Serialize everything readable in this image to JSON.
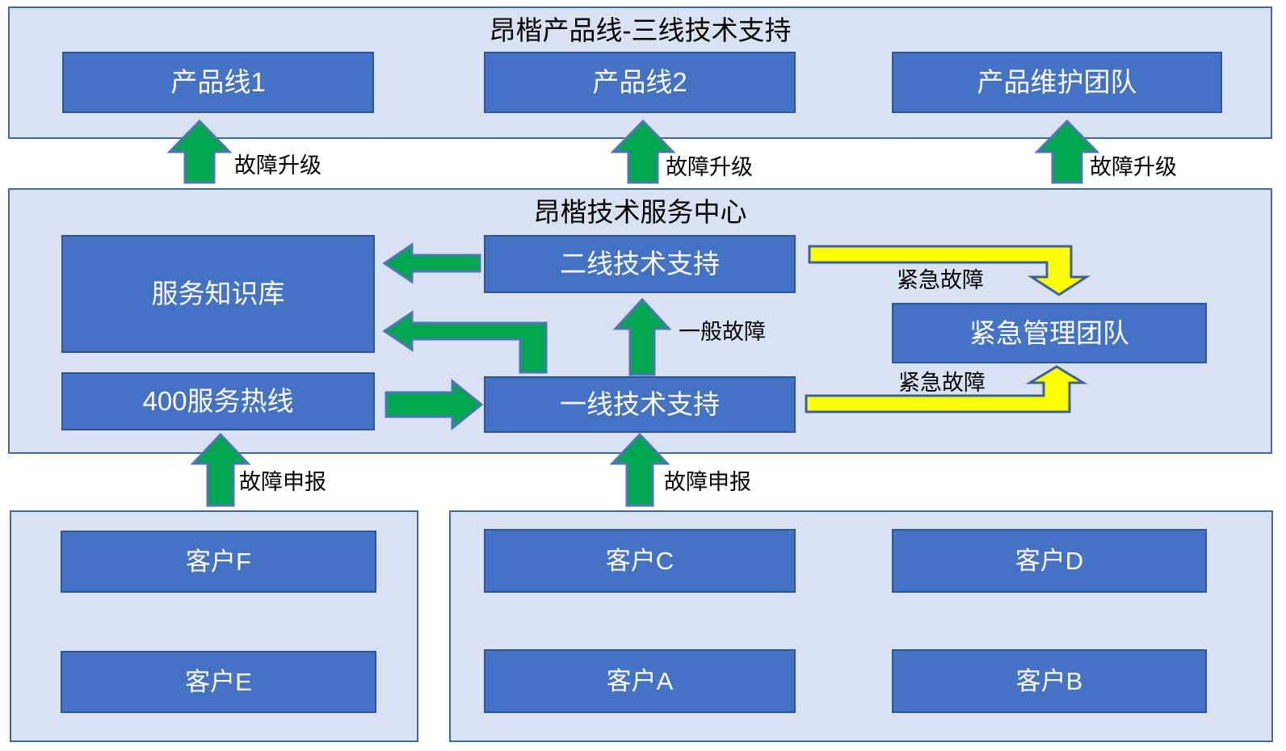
{
  "diagram": {
    "title_top": "昂楷产品线-三线技术支持",
    "title_middle": "昂楷技术服务中心"
  },
  "top_section": {
    "title": "昂楷产品线-三线技术支持",
    "boxes": [
      {
        "label": "产品线1"
      },
      {
        "label": "产品线2"
      },
      {
        "label": "产品维护团队"
      }
    ]
  },
  "escalation_labels": [
    {
      "text": "故障升级"
    },
    {
      "text": "故障升级"
    },
    {
      "text": "故障升级"
    }
  ],
  "middle_section": {
    "title": "昂楷技术服务中心",
    "boxes": [
      {
        "label": "服务知识库"
      },
      {
        "label": "二线技术支持"
      },
      {
        "label": "紧急管理团队"
      },
      {
        "label": "400服务热线"
      },
      {
        "label": "一线技术支持"
      }
    ],
    "flow_labels": [
      {
        "text": "紧急故障"
      },
      {
        "text": "一般故障"
      },
      {
        "text": "紧急故障"
      }
    ]
  },
  "report_labels": [
    {
      "text": "故障申报"
    },
    {
      "text": "故障申报"
    }
  ],
  "customer_left": {
    "boxes": [
      {
        "label": "客户F"
      },
      {
        "label": "客户E"
      }
    ]
  },
  "customer_right": {
    "boxes": [
      {
        "label": "客户C"
      },
      {
        "label": "客户D"
      },
      {
        "label": "客户A"
      },
      {
        "label": "客户B"
      }
    ]
  },
  "colors": {
    "panel_fill": "#D9E2F3",
    "panel_border": "#41699C",
    "box_fill": "#4472C4",
    "box_border": "#2F5597",
    "arrow_green": "#00A650",
    "arrow_yellow": "#FFFF00",
    "arrow_outline": "#3F6098",
    "text_light": "#FFFFFF",
    "text_dark": "#000000"
  }
}
